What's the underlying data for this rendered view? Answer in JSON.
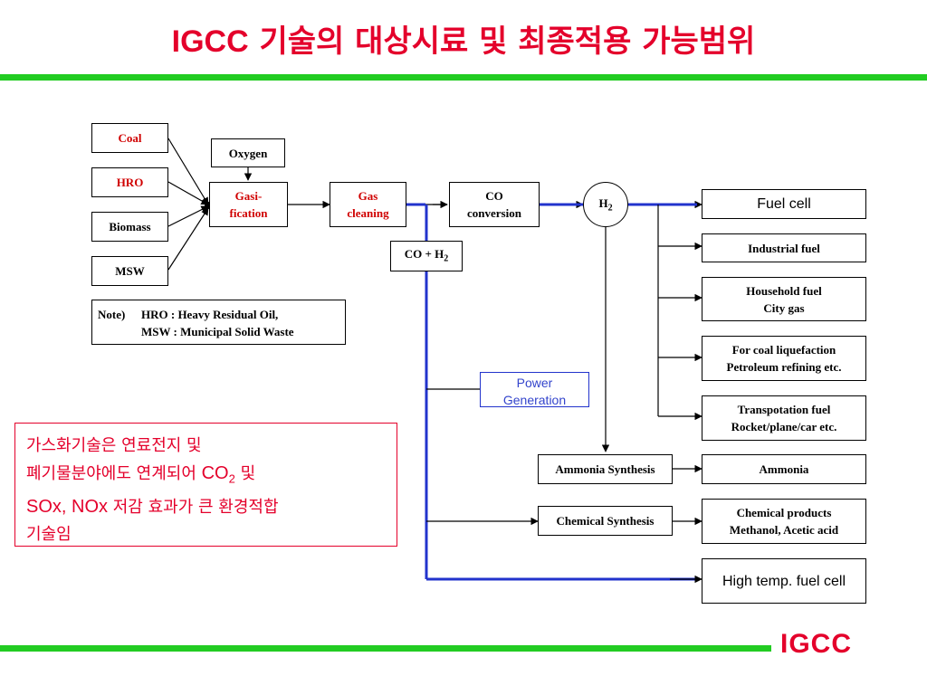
{
  "title": {
    "latin": "IGCC",
    "korean": "기술의 대상시료 및 최종적용 가능범위"
  },
  "feedstocks": [
    "Coal",
    "HRO",
    "Biomass",
    "MSW"
  ],
  "oxygen": "Oxygen",
  "gasification": [
    "Gasi-",
    "fication"
  ],
  "gas_cleaning": [
    "Gas",
    "cleaning"
  ],
  "co_conversion": [
    "CO",
    "conversion"
  ],
  "syngas": {
    "base": "CO + H",
    "sub": "2"
  },
  "hydrogen": {
    "base": "H",
    "sub": "2"
  },
  "note": {
    "label": "Note)",
    "line1": "HRO : Heavy Residual Oil,",
    "line2": "MSW : Municipal Solid Waste"
  },
  "power_generation": [
    "Power",
    "Generation"
  ],
  "products": {
    "fuel_cell": "Fuel cell",
    "industrial_fuel": "Industrial fuel",
    "household_fuel": [
      "Household fuel",
      "City gas"
    ],
    "coal_liquefaction": [
      "For coal liquefaction",
      "Petroleum refining etc."
    ],
    "transportation": [
      "Transpotation fuel",
      "Rocket/plane/car etc."
    ],
    "ammonia": "Ammonia",
    "chemical_products": [
      "Chemical products",
      "Methanol, Acetic acid"
    ],
    "high_temp_fuel_cell": "High temp. fuel cell"
  },
  "synthesis": {
    "ammonia": "Ammonia Synthesis",
    "chemical": "Chemical Synthesis"
  },
  "korean_text": {
    "line1": "가스화기술은 연료전지 및",
    "line2_a": "폐기물분야에도 연계되어 ",
    "line2_co": "CO",
    "line2_sub": "2",
    "line2_b": " 및",
    "line3_a": "SOx, NOx",
    "line3_b": " 저감 효과가 큰 환경적합",
    "line4": "기술임"
  },
  "logo": "IGCC",
  "colors": {
    "title_red": "#e4002b",
    "bar_green": "#22cc22",
    "flow_blue": "#2233cc",
    "label_red": "#d00000"
  }
}
